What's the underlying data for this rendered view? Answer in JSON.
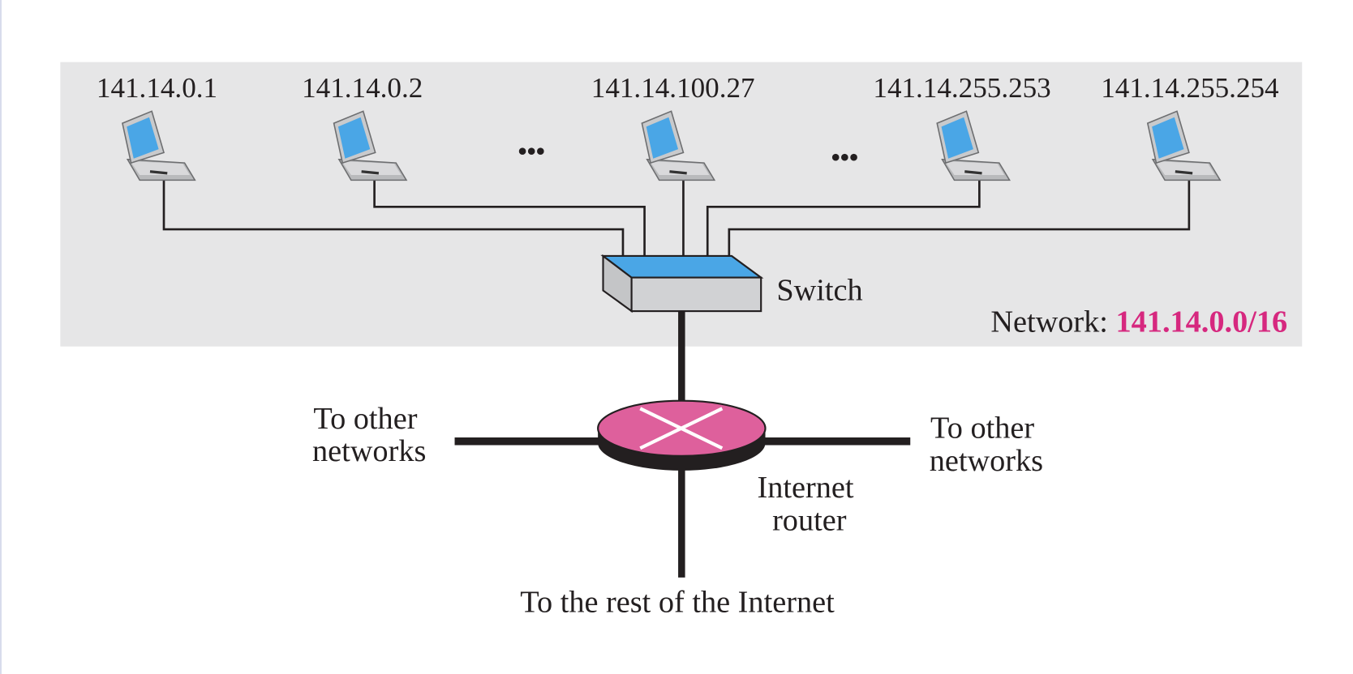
{
  "hosts": [
    {
      "address": "141.14.0.1"
    },
    {
      "address": "141.14.0.2"
    },
    {
      "address": "141.14.100.27"
    },
    {
      "address": "141.14.255.253"
    },
    {
      "address": "141.14.255.254"
    }
  ],
  "ellipsis": "•••",
  "switch_label": "Switch",
  "network": {
    "label": "Network:",
    "address": "141.14.0.0/16"
  },
  "router": {
    "label_line1": "Internet",
    "label_line2": "router"
  },
  "left_link": {
    "line1": "To other",
    "line2": "networks"
  },
  "right_link": {
    "line1": "To other",
    "line2": "networks"
  },
  "bottom_link": "To the rest of the Internet",
  "colors": {
    "network_panel": "#e6e6e7",
    "network_address": "#d6287f",
    "router_top": "#de609c",
    "switch_top": "#4aa6e6",
    "screen": "#4aa6e6"
  }
}
